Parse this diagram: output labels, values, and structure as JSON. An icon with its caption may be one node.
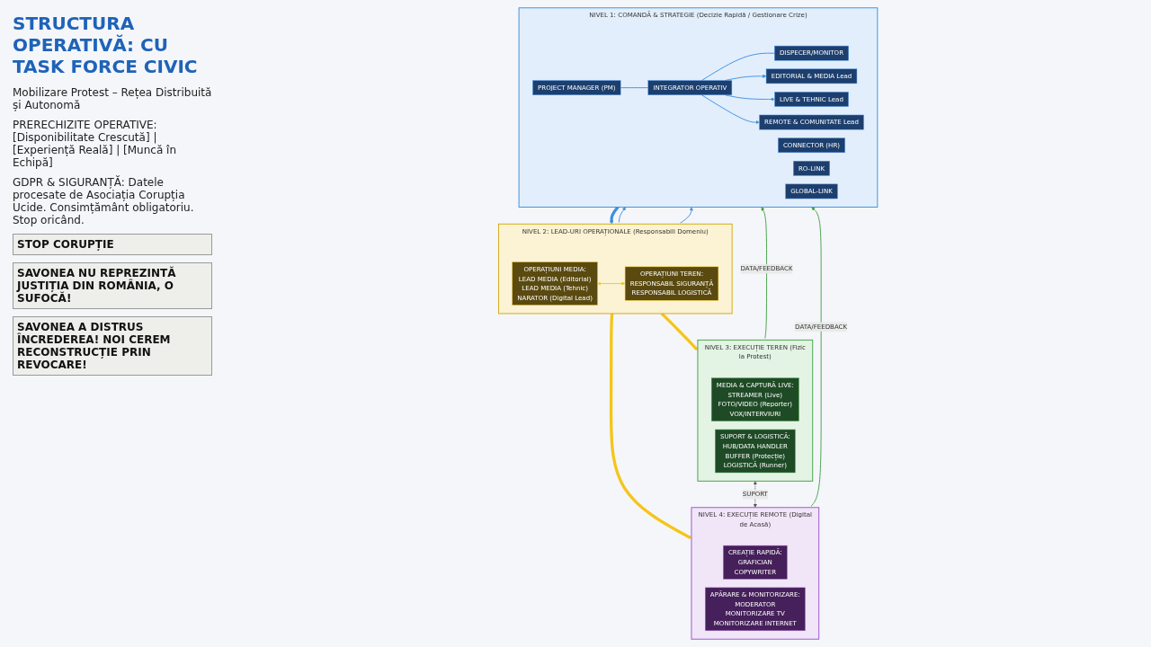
{
  "diagram": {
    "title": "STRUCTURA OPERATIVĂ: CU TASK FORCE CIVIC",
    "nodes": [
      {
        "text": [
          "NIVEL 1: COMANDĂ & STRATEGIE (Decizie Rapidă / Gestionare Crize)"
        ]
      },
      {
        "text": [
          "PROJECT MANAGER (PM)"
        ],
        "in": 0
      },
      {
        "text": [
          "INTEGRATOR OPERATIV"
        ],
        "in": 0
      },
      {
        "text": [
          "DISPECER/MONITOR"
        ],
        "in": 0
      },
      {
        "text": [
          "CONNECTOR (HR)"
        ],
        "in": 0
      },
      {
        "text": [
          "RO-LINK"
        ],
        "in": 0
      },
      {
        "text": [
          "GLOBAL-LINK"
        ],
        "in": 0
      },
      {
        "text": [
          "EDITORIAL & MEDIA Lead"
        ],
        "in": 0
      },
      {
        "text": [
          "LIVE & TEHNIC Lead"
        ],
        "in": 0
      },
      {
        "text": [
          "REMOTE & COMUNITATE Lead"
        ],
        "in": 0
      },
      {
        "text": [
          "NIVEL 2: LEAD-URI OPERAȚIONALE (Responsabili Domeniu)"
        ]
      },
      {
        "text": [
          "OPERAȚIUNI MEDIA:",
          "LEAD MEDIA (Editorial)",
          "LEAD MEDIA (Tehnic)",
          "NARATOR (Digital Lead)"
        ],
        "in": 10
      },
      {
        "text": [
          "OPERAȚIUNI TEREN:",
          "RESPONSABIL SIGURANȚĂ",
          "RESPONSABIL LOGISTICĂ"
        ],
        "in": 10
      },
      {
        "text": [
          "NIVEL 3: EXECUȚIE TEREN (Fizic la Protest)"
        ]
      },
      {
        "text": [
          "MEDIA & CAPTURĂ LIVE:",
          "STREAMER (Live)",
          "FOTO/VIDEO (Reporter)",
          "VOX/INTERVIURI"
        ],
        "in": 13
      },
      {
        "text": [
          "SUPORT & LOGISTICĂ:",
          "HUB/DATA HANDLER",
          "BUFFER (Protecție)",
          "LOGISTICĂ (Runner)"
        ],
        "in": 13
      },
      {
        "text": [
          "NIVEL 4: EXECUȚIE REMOTE (Digital de Acasă)"
        ]
      },
      {
        "text": [
          "CREAȚIE RAPIDĂ:",
          "GRAFICIAN",
          "COPYWRITER"
        ],
        "in": 16
      },
      {
        "text": [
          "APĂRARE & MONITORIZARE:",
          "MODERATOR",
          "MONITORIZARE TV",
          "MONITORIZARE INTERNET"
        ],
        "in": 16
      }
    ],
    "edges": [
      {
        "from": 1,
        "to": 2,
        "arrow": "none"
      },
      {
        "from": 2,
        "to": 3,
        "arrow": "none"
      },
      {
        "from": 2,
        "to": 7,
        "arrow": "to"
      },
      {
        "from": 2,
        "to": 8,
        "arrow": "to"
      },
      {
        "from": 2,
        "to": 9,
        "arrow": "to"
      },
      {
        "from": 0,
        "to": 10,
        "arrow": "to",
        "style": "thick"
      },
      {
        "from": 10,
        "to": 13,
        "arrow": "to",
        "style": "thick",
        "color": "#f5c518"
      },
      {
        "from": 10,
        "to": 16,
        "arrow": "to",
        "style": "thick",
        "color": "#f5c518"
      },
      {
        "from": 11,
        "to": 12,
        "arrow": "both",
        "color": "#f5c518"
      },
      {
        "from": 13,
        "to": 16,
        "arrow": "both",
        "label": "SUPORT",
        "style": "dashed",
        "color": "#555555"
      },
      {
        "from": 13,
        "to": 0,
        "arrow": "to",
        "label": "DATA/FEEDBACK",
        "color": "#43a047"
      },
      {
        "from": 16,
        "to": 0,
        "arrow": "to",
        "label": "DATA/FEEDBACK",
        "color": "#43a047"
      },
      {
        "from": 10,
        "to": 0,
        "arrow": "to"
      },
      {
        "from": 10,
        "to": 0,
        "arrow": "to"
      }
    ],
    "labels": [
      "Mobilizare Protest – Rețea Distribuită și Autonomă",
      "PRERECHIZITE OPERATIVE: [Disponibilitate Crescută] | [Experiență Reală] | [Muncă în Echipă]",
      "GDPR & SIGURANȚĂ: Datele procesate de Asociația Corupția Ucide. Consimțământ obligatoriu. Stop oricând.",
      "STOP CORUPȚIE",
      "SAVONEA NU REPREZINTĂ JUSTIȚIA DIN ROMÂNIA, O SUFOCĂ!",
      "SAVONEA A DISTRUS ÎNCREDEREA! NOI CEREM RECONSTRUCȚIE PRIN REVOCARE!"
    ]
  }
}
